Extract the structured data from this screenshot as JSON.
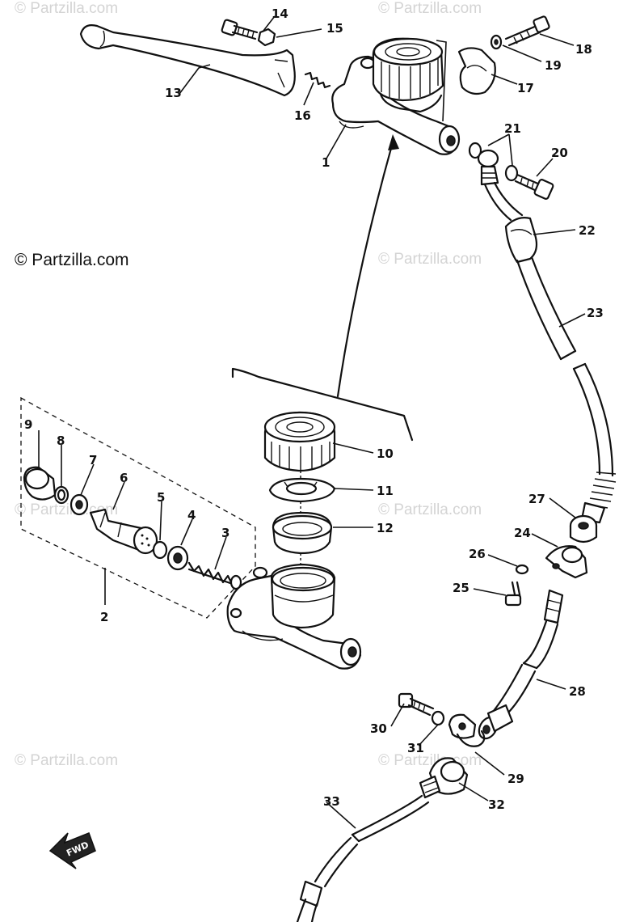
{
  "copyright": "© Partzilla.com",
  "watermark": "© Partzilla.com",
  "fwd_label": "FWD",
  "callouts": [
    "1",
    "2",
    "3",
    "4",
    "5",
    "6",
    "7",
    "8",
    "9",
    "10",
    "11",
    "12",
    "13",
    "14",
    "15",
    "16",
    "17",
    "18",
    "19",
    "20",
    "21",
    "22",
    "23",
    "24",
    "25",
    "26",
    "27",
    "28",
    "29",
    "30",
    "31",
    "32",
    "33"
  ]
}
